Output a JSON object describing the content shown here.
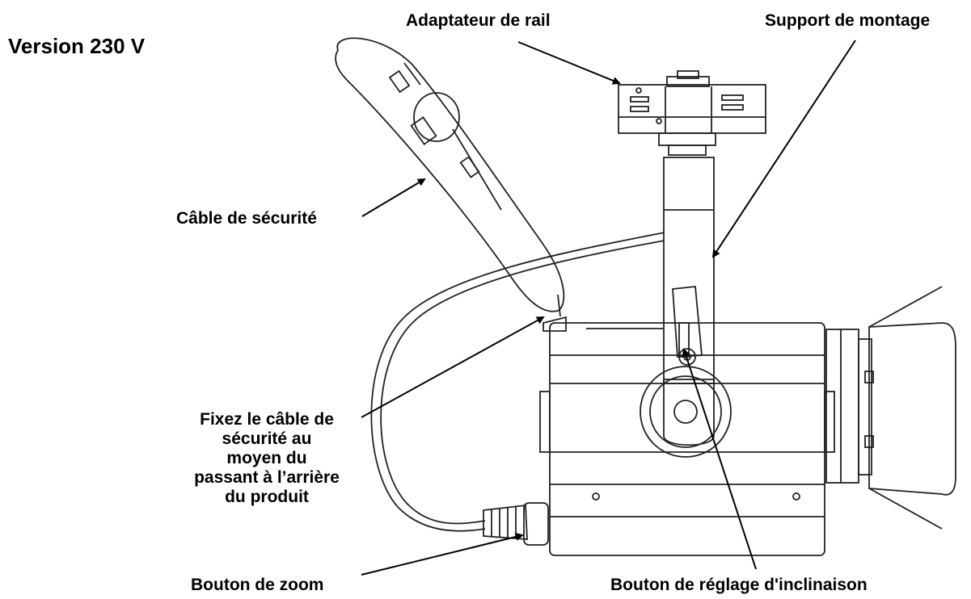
{
  "title": "Version 230 V",
  "labels": {
    "rail_adapter": "Adaptateur de rail",
    "mounting_bracket": "Support de montage",
    "safety_cable": "Câble de sécurité",
    "attach_safety_cable": "Fixez le câble de\nsécurité au\nmoyen du\npassant à l’arrière\ndu produit",
    "zoom_knob": "Bouton de zoom",
    "tilt_knob": "Bouton de réglage d'inclinaison"
  }
}
